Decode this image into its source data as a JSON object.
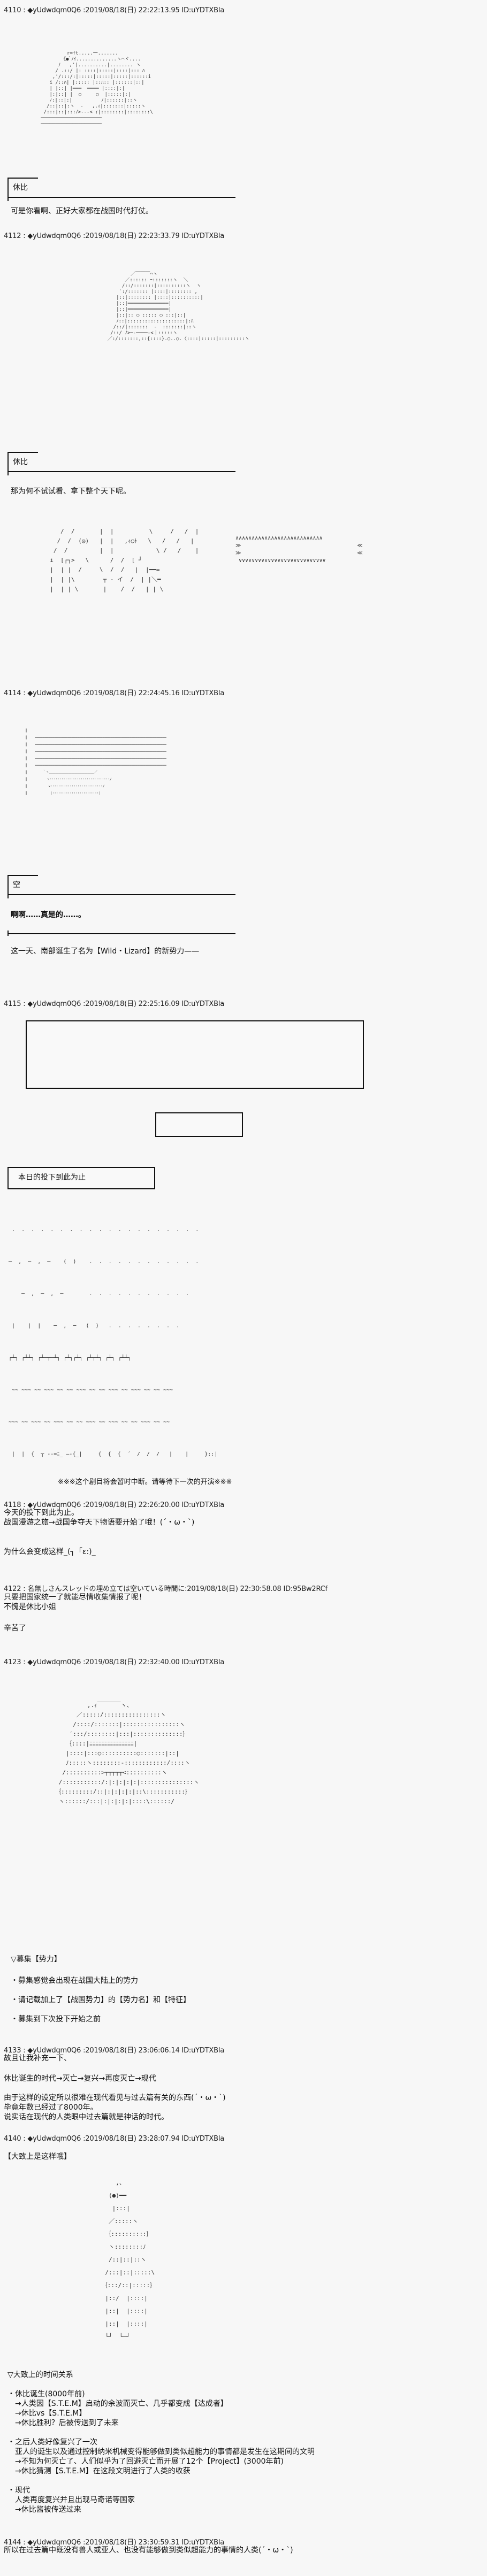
{
  "posts": [
    {
      "header": "4110 : ◆yUdwdqm0Q6 :2019/08/18(日) 22:22:13.95 ID:uYDTXBla"
    },
    {
      "header": "4112 : ◆yUdwdqm0Q6 :2019/08/18(日) 22:23:33.79 ID:uYDTXBla"
    },
    {
      "header": "4114 : ◆yUdwdqm0Q6 :2019/08/18(日) 22:24:45.16 ID:uYDTXBla"
    },
    {
      "header": "4115 : ◆yUdwdqm0Q6 :2019/08/18(日) 22:25:16.09 ID:uYDTXBla"
    },
    {
      "header": "4118 : ◆yUdwdqm0Q6 :2019/08/18(日) 22:26:20.00 ID:uYDTXBla",
      "lines": [
        "今天的投下到此为止。",
        "战国漫游之旅→战国争夺天下物语要开始了哦！(´・ω・`)"
      ]
    },
    {
      "header": "",
      "lines": [
        "为什么会变成这样_(┐「ε:)_"
      ]
    },
    {
      "header": "4122 : 名無しさんスレッドの埋め立ては空いている時間に:2019/08/18(日) 22:30:58.08 ID:95Bw2RCf",
      "lines": [
        "只要把国家统一了就能尽情收集情报了呢！",
        "不愧是休比小姐",
        "",
        "辛苦了"
      ]
    },
    {
      "header": "4123 : ◆yUdwdqm0Q6 :2019/08/18(日) 22:32:40.00 ID:uYDTXBla"
    },
    {
      "header": "4133 : ◆yUdwdqm0Q6 :2019/08/18(日) 23:06:06.14 ID:uYDTXBla",
      "lines": [
        "故且让我补充一下、",
        "",
        "休比诞生的时代→灭亡→复兴→再度灭亡→现代",
        "",
        "由于这样的设定所以很难在现代看见与过去篇有关的东西(´・ω・`)",
        "毕竟年数已经过了8000年。",
        "说实话在现代的人类眼中过去篇就是神话的时代。"
      ]
    },
    {
      "header": "4140 : ◆yUdwdqm0Q6 :2019/08/18(日) 23:28:07.94 ID:uYDTXBla",
      "lines": [
        "【大致上是这样哦】"
      ]
    },
    {
      "header": "4144 : ◆yUdwdqm0Q6 :2019/08/18(日) 23:30:59.31 ID:uYDTXBla",
      "lines": [
        "所以在过去篇中既没有兽人或亚人、也没有能够做到类似超能力的事情的人类(´・ω・`)"
      ]
    }
  ],
  "scenes": {
    "s1": {
      "speaker": "休比",
      "line": "可是你看啊、正好大家都在战国时代打仗。"
    },
    "s2": {
      "speaker": "休比",
      "line": "那为何不试试看、拿下整个天下呢。"
    },
    "s3": {
      "speaker": "空",
      "line": "啊啊……真是的……。",
      "narration": "这一天、南部诞生了名为【Wild・Lizard】的新势力——"
    },
    "end_box": "本日的投下到此为止",
    "interrupt": "※※※这个剧目将会暂时中断。请等待下一次的开演※※※"
  },
  "recruit": {
    "title": "▽募集【势力】",
    "items": [
      "・募集感觉会出现在战国大陆上的势力",
      "・请记载加上了【战国势力】的【势力名】和【特征】",
      "・募集到下次投下开始之前"
    ]
  },
  "timeline": {
    "title": "▽大致上的时间关系",
    "lines": [
      "・休比诞生(8000年前)",
      "　→人类因【S.T.E.M】启动的余波而灭亡、几乎都变成【达成者】",
      "　→休比vs【S.T.E.M】",
      "　→休比胜利？后被传送到了未来",
      "",
      "・之后人类好像复兴了一次",
      "　亚人的诞生以及通过控制纳米机械变得能够做到类似超能力的事情都是发生在这期间的文明",
      "　→不知为何灭亡了、人们似乎为了回避灭亡而开展了12个【Project】(3000年前)",
      "　→休比猜测【S.T.E.M】在这段文明进行了人类的收获",
      "",
      "・现代",
      "　人类再度复兴并且出现马奇诺等国家",
      "　→休比酱被传送过来"
    ]
  },
  "ascii_art": {
    "a1": "            r=ft.....一.......\n          《●ﾞﾉｲ..............ヽ⌒ヾ....\n         ﾉ   ,'|..........|........ ヽ\n        / .::/ |: ::::|:::::|::::|::: ﾊ\n       ,'/:::/:|:::::|:::::|:::::|::::::i\n      i /::ﾊ| |::::: |::ﾊ:: |::::::|::|\n      | |::| |━━━  ━━━━ |::::|:|\n      |:|::| |  ○     ○  |:::::|:|\n      ﾉ:|::|:|          ﾉ|::::::|::ヽ\n     /::|::|:ヽ  ‐   ,.ｨ|:::::::|:::::ヽ\n    /:::|::|:::ﾉ>---< ｨ|::::::::|::::::::\\\n   ─────────────────────\n   ─────────────────────",
    "a2": "          ／￣￣￣⌒ヽ\n        ／:::::: ｰ:::::::ヽ  ＼\n       /::/:::::::|::::::::::ヽ  ヽ\n      ′:/::::::: |::::|:::::::: ,\n     |::|:::::::: |::::|::::::::::|\n     |::|━━━━━━━━━━━━━━|\n     |::|━━━━━━━━━━━━━━|\n     |::|:: ○ ::::: ○ :::|::|\n     ﾉ::|::::::::::::::::::::|:ﾊ\n    /::/|:::::::  ‐  :::::::|::ヽ\n   /::/ ﾉ>─‐────‐<｜:::::ヽ\n  ／:/:::::::,::{::::}.○..○.〈::::|:::::|:::::::::ヽ",
    "a3": "     /  /       |  |          \\     /   /  |\n    /  /  (◎)   |  |   ,ｨ○ﾄ   \\   /   /   |\n   /  /         |  |            \\ /   /    |\n  i  [┌┐>   \\      /  /  [ ┘\n  |  | |  /     \\  /  /   |  |━━=\n  |  | |\\        ┬ - イ  /  | |＼━\n  |  | | \\       |    /  /   | | \\",
    "a3r": "∧∧∧∧∧∧∧∧∧∧∧∧∧∧∧∧∧∧∧∧∧∧∧∧∧∧∧\n≫                                    ≪\n≫                                    ≪\n ∨∨∨∨∨∨∨∨∨∨∨∨∨∨∨∨∨∨∨∨∨∨∨∨∨∨∨",
    "a4": "  ║\n  ║    ━━━━━━━━━━━━━━━━━━━━━━━━━━━━━━━━━━━━━━━━━━━━━━━━━━━━━━━━━━━━━━━━━━━━\n  ║    ━━━━━━━━━━━━━━━━━━━━━━━━━━━━━━━━━━━━━━━━━━━━━━━━━━━━━━━━━━━━━━━━━━━━\n  ║    ━━━━━━━━━━━━━━━━━━━━━━━━━━━━━━━━━━━━━━━━━━━━━━━━━━━━━━━━━━━━━━━━━━━━\n  ║    ━━━━━━━━━━━━━━━━━━━━━━━━━━━━━━━━━━━━━━━━━━━━━━━━━━━━━━━━━━━━━━━━━━━━\n  ║    ━━━━━━━━━━━━━━━━━━━━━━━━━━━━━━━━━━━━━━━━━━━━━━━━━━━━━━━━━━━━━━━━━━━━\n  ║        ｀ヽ＿＿＿＿＿＿＿＿＿＿＿＿＿＿／\n  ║          ヽ:::::::::::::::::::::::::::::::/\n  ║           ∨:::::::::::::::::::::::::::/\n  ║            |::::::::::::::::::::::::|",
    "a5": "  .  .  .  .  .  .  .  .  .  .  .  .  .  .  .  .  .  .  .  .\n ─  ,  ─  ,  ─    (  )    .  .  .  .  .  .  .  .  .  .  .  .\n     ─  ,  ─  ,  ─        .  .  .  .  .  .  .  .  .  .  .\n  |    |  |    ─  ,  ─   (  )   .  .  .  .  .  .  .  .\n ┌┴┐ ┌┴┴┐ ┌┴─┬─┴┐ ┌┴┐┌┴┐ ┌┴┬┴┐ ┌┴┐ ┌┴┴┐\n  ~~ ~~~ ~~ ~~~ ~~ ~~ ~~~ ~~ ~~ ~~~ ~~ ~~~ ~~ ~~ ~~~\n ~~~ ~~ ~~~ ~~ ~~~ ~~ ~~ ~~~ ~~ ~~~ ~~ ~~ ~~~ ~~ ~~\n  |  |  {  ┬ -‐=ﾆ_ ―-{_|     {  {  {  ´  /  /  /   |    |     }::|",
    "a6": "              ,.ｨ￣￣￣￣ヽ、\n           ／:::::/::::::::::::::::ヽ\n          /::::/:::::::|::::::::::::::::ヽ\n         ′:::/::::::::|:::|::::::::::::::｝\n        ｛::::|ﾆﾆﾆﾆﾆﾆﾆﾆﾆﾆﾆﾆﾆﾆﾆ|\n        |::::|:::○::::::::::○:::::::|::|\n        ﾉ:::::ヽ::::::::‐::::::::::::/::::ヽ\n       /::::::::::>┬┬┬┬┬<::::::::::ヽ\n      /:::::::::::/:|:|:|:|:|:::::::::::::::ヽ\n     ｛:::::::::/::|:|:|:|:|::\\:::::::::::｝\n      ヽ::::::/:::|:|:|:|:|::::\\::::::/",
    "a7": "          ,、\n        (●)━━\n         |:::|\n        ／:::::ヽ\n       ｛::::::::::｝\n        ヽ::::::::ﾉ\n        /::|::|::ヽ\n       /:::|::|:::::\\\n      ｛:::/::|:::::｝\n       |::/  |::::|\n       |::|  |::::|\n       |::|  |::::|\n       └┘  └─┘"
  }
}
